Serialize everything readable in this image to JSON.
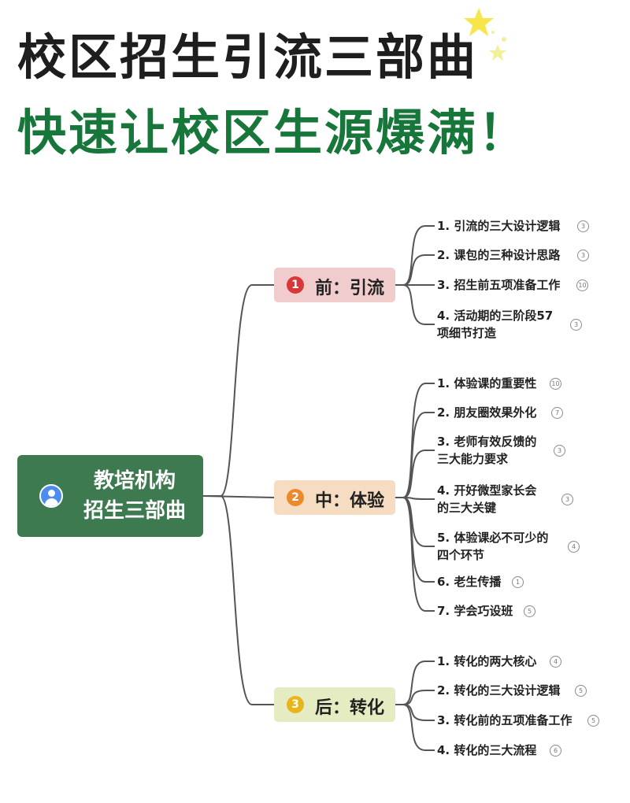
{
  "title": {
    "line1": "校区招生引流三部曲",
    "line2": "快速让校区生源爆满！"
  },
  "root": {
    "line1": "教培机构",
    "line2": "招生三部曲"
  },
  "stages": [
    {
      "num": "1",
      "label": "前：引流",
      "bg": "#f1cccc",
      "num_color": "#d9383a",
      "items": [
        {
          "lines": [
            "1. 引流的三大设计逻辑"
          ],
          "count": "3"
        },
        {
          "lines": [
            "2. 课包的三种设计思路"
          ],
          "count": "3"
        },
        {
          "lines": [
            "3. 招生前五项准备工作"
          ],
          "count": "10"
        },
        {
          "lines": [
            "4. 活动期的三阶段57",
            "项细节打造"
          ],
          "count": "3"
        }
      ]
    },
    {
      "num": "2",
      "label": "中：体验",
      "bg": "#f6dcc0",
      "num_color": "#eb8a2c",
      "items": [
        {
          "lines": [
            "1. 体验课的重要性"
          ],
          "count": "10"
        },
        {
          "lines": [
            "2. 朋友圈效果外化"
          ],
          "count": "7"
        },
        {
          "lines": [
            "3. 老师有效反馈的",
            "三大能力要求"
          ],
          "count": "3"
        },
        {
          "lines": [
            "4. 开好微型家长会",
            "的三大关键"
          ],
          "count": "3"
        },
        {
          "lines": [
            "5. 体验课必不可少的",
            "四个环节"
          ],
          "count": "4"
        },
        {
          "lines": [
            "6. 老生传播"
          ],
          "count": "1"
        },
        {
          "lines": [
            "7. 学会巧设班"
          ],
          "count": "5"
        }
      ]
    },
    {
      "num": "3",
      "label": "后：转化",
      "bg": "#e5ecc2",
      "num_color": "#e8b61c",
      "items": [
        {
          "lines": [
            "1. 转化的两大核心"
          ],
          "count": "4"
        },
        {
          "lines": [
            "2. 转化的三大设计逻辑"
          ],
          "count": "5"
        },
        {
          "lines": [
            "3. 转化前的五项准备工作"
          ],
          "count": "5"
        },
        {
          "lines": [
            "4. 转化的三大流程"
          ],
          "count": "6"
        }
      ]
    }
  ],
  "colors": {
    "title_dark": "#1e1e1e",
    "title_green": "#17773a",
    "root_bg": "#3d7a4f",
    "line": "#555555"
  },
  "icons": {
    "root": "user-avatar-icon",
    "decoration": "star-icon"
  }
}
